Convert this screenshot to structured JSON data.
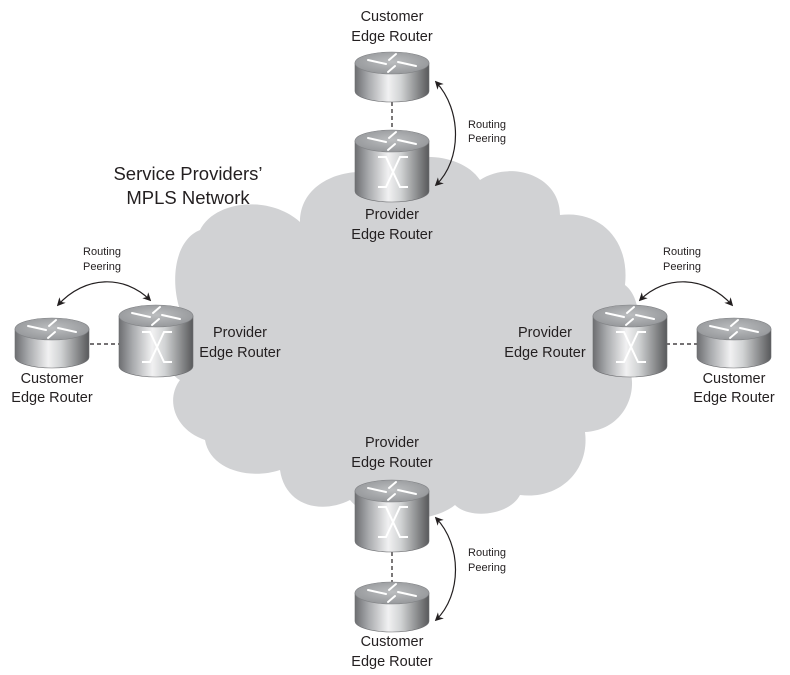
{
  "diagram": {
    "title_lines": [
      "Service Providers’",
      "MPLS Network"
    ],
    "cloud": {
      "name": "Service Providers' MPLS Network",
      "color": "#d1d2d4"
    },
    "sites": {
      "top": {
        "customer_label": [
          "Customer",
          "Edge Router"
        ],
        "provider_label": [
          "Provider",
          "Edge Router"
        ],
        "peering_label": [
          "Routing",
          "Peering"
        ]
      },
      "left": {
        "customer_label": [
          "Customer",
          "Edge Router"
        ],
        "provider_label": [
          "Provider",
          "Edge Router"
        ],
        "peering_label": [
          "Routing",
          "Peering"
        ]
      },
      "right": {
        "customer_label": [
          "Customer",
          "Edge Router"
        ],
        "provider_label": [
          "Provider",
          "Edge Router"
        ],
        "peering_label": [
          "Routing",
          "Peering"
        ]
      },
      "bottom": {
        "customer_label": [
          "Customer",
          "Edge Router"
        ],
        "provider_label": [
          "Provider",
          "Edge Router"
        ],
        "peering_label": [
          "Routing",
          "Peering"
        ]
      }
    },
    "icons": {
      "customer_router": "router-icon",
      "provider_router": "switching-router-icon",
      "link": "dashed-link",
      "peering": "bidirectional-curved-arrow"
    }
  }
}
